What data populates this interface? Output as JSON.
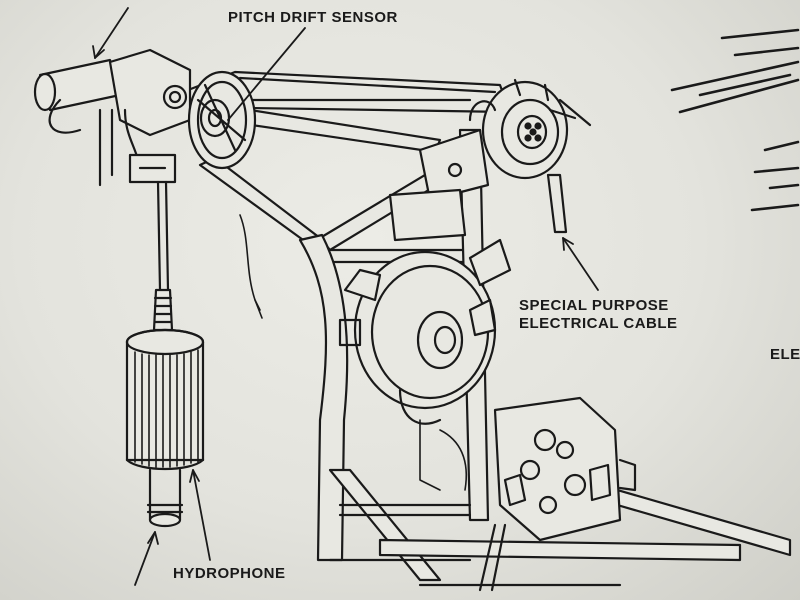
{
  "labels": {
    "pitch_drift_sensor": "PITCH DRIFT SENSOR",
    "special_purpose_line1": "SPECIAL PURPOSE",
    "special_purpose_line2": "ELECTRICAL CABLE",
    "hydrophone": "HYDROPHONE",
    "cut_off_label": "ELE"
  },
  "colors": {
    "ink": "#1a1a1a",
    "paper": "#e6e6e0"
  }
}
